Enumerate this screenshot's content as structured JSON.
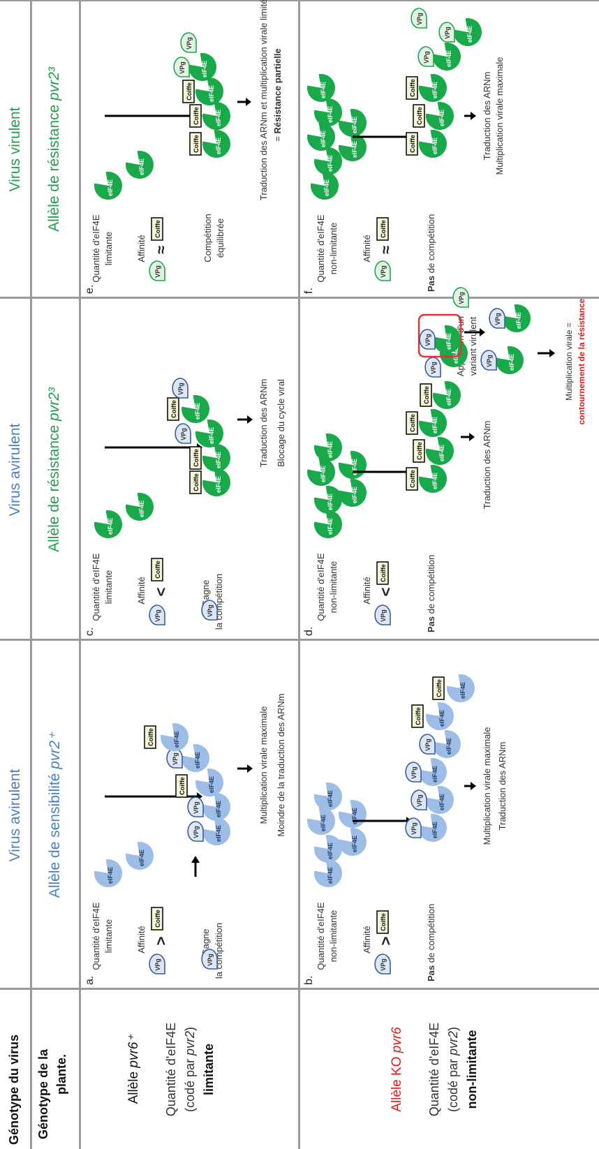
{
  "header": {
    "virus_genotype": "Génotype du virus",
    "plant_genotype": "Génotype de la plante.",
    "col1_virus": "Virus avirulent",
    "col2_virus": "Virus avirulent",
    "col3_virus": "Virus virulent",
    "col1_allele": "Allèle de sensibilité pvr2⁺",
    "col2_allele": "Allèle de résistance pvr2³",
    "col3_allele": "Allèle de résistance pvr2³"
  },
  "rows": {
    "row1_allele": "Allèle pvr6⁺",
    "row1_qty_l1": "Quantité d'eIF4E",
    "row1_qty_l2": "(codé par pvr2)",
    "row1_qty_l3": "limitante",
    "row2_allele": "Allèle KO pvr6",
    "row2_qty_l1": "Quantité d'eIF4E",
    "row2_qty_l2": "(codé par pvr2)",
    "row2_qty_l3": "non-limitante"
  },
  "cells": {
    "a": {
      "letter": "a.",
      "qty1": "Quantité d'eIF4E",
      "qty2": "limitante",
      "affinity": "Affinité",
      "operator": ">",
      "win1": "Gagne",
      "win2": "la compétition",
      "res1": "Multiplication virale maximale",
      "res2": "Moindre de la traduction des ARNm"
    },
    "b": {
      "letter": "b.",
      "qty1": "Quantité d'eIF4E",
      "qty2": "non-limitante",
      "affinity": "Affinité",
      "operator": ">",
      "comp_bold": "Pas",
      "comp_rest": " de compétition",
      "res1": "Multiplication virale maximale",
      "res2": "Traduction des ARNm"
    },
    "c": {
      "letter": "c.",
      "qty1": "Quantité d'eIF4E",
      "qty2": "limitante",
      "affinity": "Affinité",
      "operator": "<",
      "win1": "Gagne",
      "win2": "la compétition",
      "res1": "Traduction des ARNm",
      "res2": "Blocage du cycle viral"
    },
    "d": {
      "letter": "d.",
      "qty1": "Quantité d'eIF4E",
      "qty2": "non-limitante",
      "affinity": "Affinité",
      "operator": "<",
      "comp_bold": "Pas",
      "comp_rest": " de compétition",
      "res1": "Traduction des ARNm",
      "variant1": "Apparition d'un",
      "variant2": "variant virulent",
      "mult1": "Multiplication virale =",
      "mult2": "contournement de la résistance"
    },
    "e": {
      "letter": "e.",
      "qty1": "Quantité d'eIF4E",
      "qty2": "limitante",
      "affinity": "Affinité",
      "operator": "≈",
      "comp1": "Compétition",
      "comp2": "équilibrée",
      "res1": "Traduction des ARNm et multiplication virale limitées",
      "res2_prefix": "= ",
      "res2_bold": "Résistance partielle"
    },
    "f": {
      "letter": "f.",
      "qty1": "Quantité d'eIF4E",
      "qty2": "non-limitante",
      "affinity": "Affinité",
      "operator": "≈",
      "comp_bold": "Pas",
      "comp_rest": " de compétition",
      "res1": "Traduction des ARNm",
      "res2": "Multiplication virale maximale"
    }
  },
  "glyphs": {
    "protein": "eIF4E",
    "vpg": "VPg",
    "cap": "Coiffe"
  },
  "colors": {
    "blue_protein": "#9ebde6",
    "green_protein": "#19a84a",
    "vpg_blue_fill": "#dce6f5",
    "vpg_green_fill": "#e3f3e3",
    "highlight_box": "#e53030",
    "header_blue": "#4a7fc0",
    "header_green": "#1fa04c",
    "red_text": "#e21b1b"
  }
}
